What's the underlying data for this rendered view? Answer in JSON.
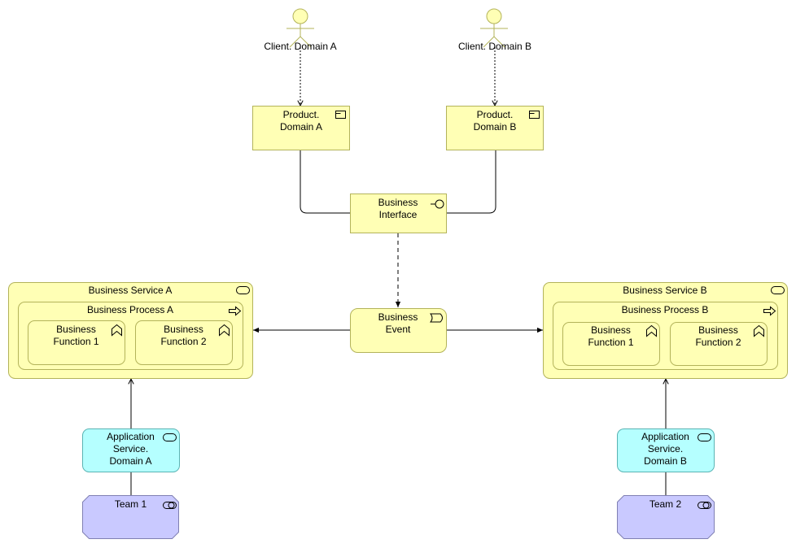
{
  "actors": [
    {
      "label": "Client. Domain A"
    },
    {
      "label": "Client. Domain B"
    }
  ],
  "products": [
    {
      "label": "Product.\nDomain A"
    },
    {
      "label": "Product.\nDomain B"
    }
  ],
  "interface": {
    "label": "Business\nInterface"
  },
  "event": {
    "label": "Business\nEvent"
  },
  "services": [
    {
      "label": "Business Service A",
      "process": {
        "label": "Business Process A",
        "functions": [
          {
            "label": "Business\nFunction 1"
          },
          {
            "label": "Business\nFunction 2"
          }
        ]
      }
    },
    {
      "label": "Business Service B",
      "process": {
        "label": "Business Process B",
        "functions": [
          {
            "label": "Business\nFunction 1"
          },
          {
            "label": "Business\nFunction 2"
          }
        ]
      }
    }
  ],
  "app_services": [
    {
      "label": "Application\nService.\nDomain A"
    },
    {
      "label": "Application\nService.\nDomain B"
    }
  ],
  "teams": [
    {
      "label": "Team 1"
    },
    {
      "label": "Team 2"
    }
  ],
  "colors": {
    "business_fill": "#ffffb5",
    "business_stroke": "#b3b35a",
    "application_fill": "#b5ffff",
    "technology_fill": "#c9c9ff",
    "actor_fill": "#ffffb5",
    "line": "#000000"
  },
  "icons": {
    "product": "product-icon",
    "interface": "interface-lollipop-icon",
    "event": "event-icon",
    "service": "service-pill-icon",
    "process": "process-arrow-icon",
    "function": "function-chevron-icon",
    "node": "node-icon",
    "actor": "stick-figure-icon"
  }
}
